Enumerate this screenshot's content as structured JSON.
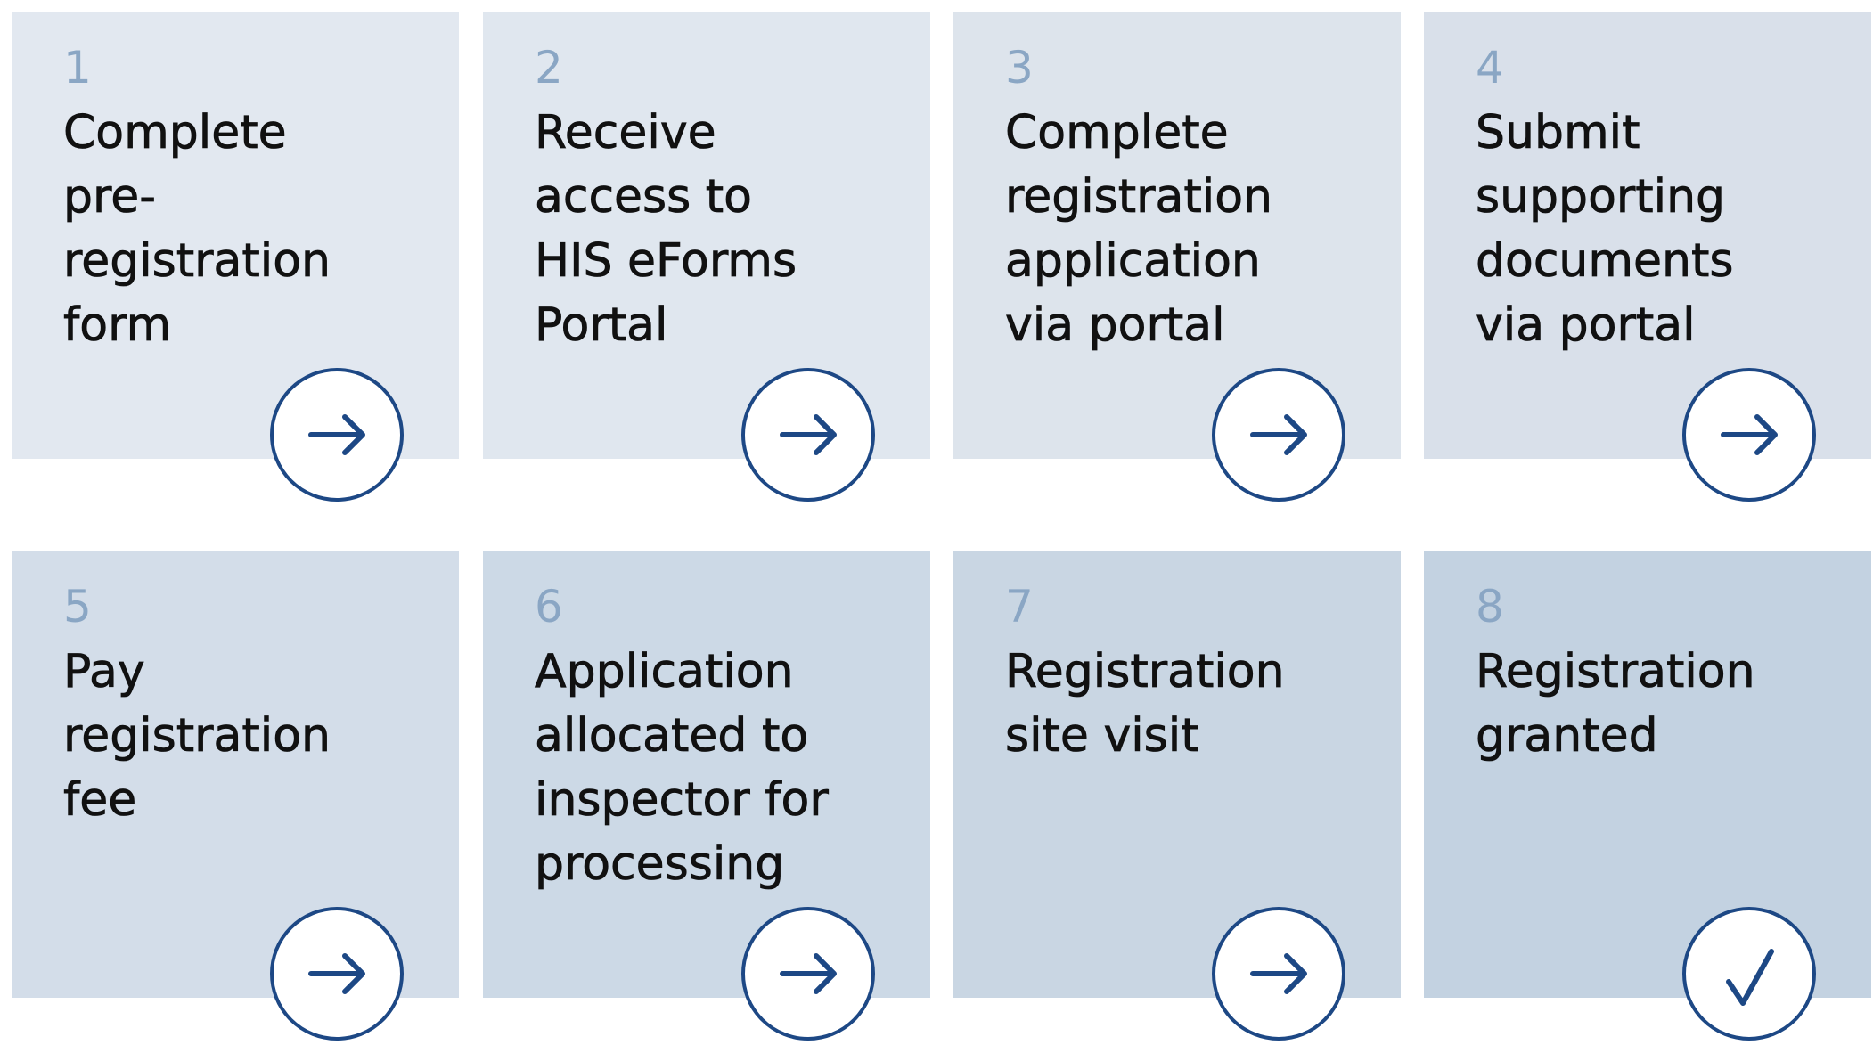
{
  "steps": [
    {
      "number": "1",
      "lines": [
        "Complete",
        "pre-",
        "registration",
        "form"
      ],
      "icon": "arrow-right-icon",
      "bg": "#e2e8f0"
    },
    {
      "number": "2",
      "lines": [
        "Receive",
        "access to",
        "HIS eForms",
        "Portal"
      ],
      "icon": "arrow-right-icon",
      "bg": "#e0e7ef"
    },
    {
      "number": "3",
      "lines": [
        "Complete",
        "registration",
        "application",
        "via portal"
      ],
      "icon": "arrow-right-icon",
      "bg": "#dde4ec"
    },
    {
      "number": "4",
      "lines": [
        "Submit",
        "supporting",
        "documents",
        "via portal"
      ],
      "icon": "arrow-right-icon",
      "bg": "#d9e0ea"
    },
    {
      "number": "5",
      "lines": [
        "Pay",
        "registration",
        "fee"
      ],
      "icon": "arrow-right-icon",
      "bg": "#d3dde9"
    },
    {
      "number": "6",
      "lines": [
        "Application",
        "allocated to",
        "inspector for",
        "processing"
      ],
      "icon": "arrow-right-icon",
      "bg": "#ccd9e6"
    },
    {
      "number": "7",
      "lines": [
        "Registration",
        "site visit"
      ],
      "icon": "arrow-right-icon",
      "bg": "#c9d6e3"
    },
    {
      "number": "8",
      "lines": [
        "Registration",
        "granted"
      ],
      "icon": "check-icon",
      "bg": "#c3d2e1"
    }
  ],
  "colors": {
    "number": "#8aa6c4",
    "title": "#111111",
    "icon_stroke": "#1d4885"
  }
}
